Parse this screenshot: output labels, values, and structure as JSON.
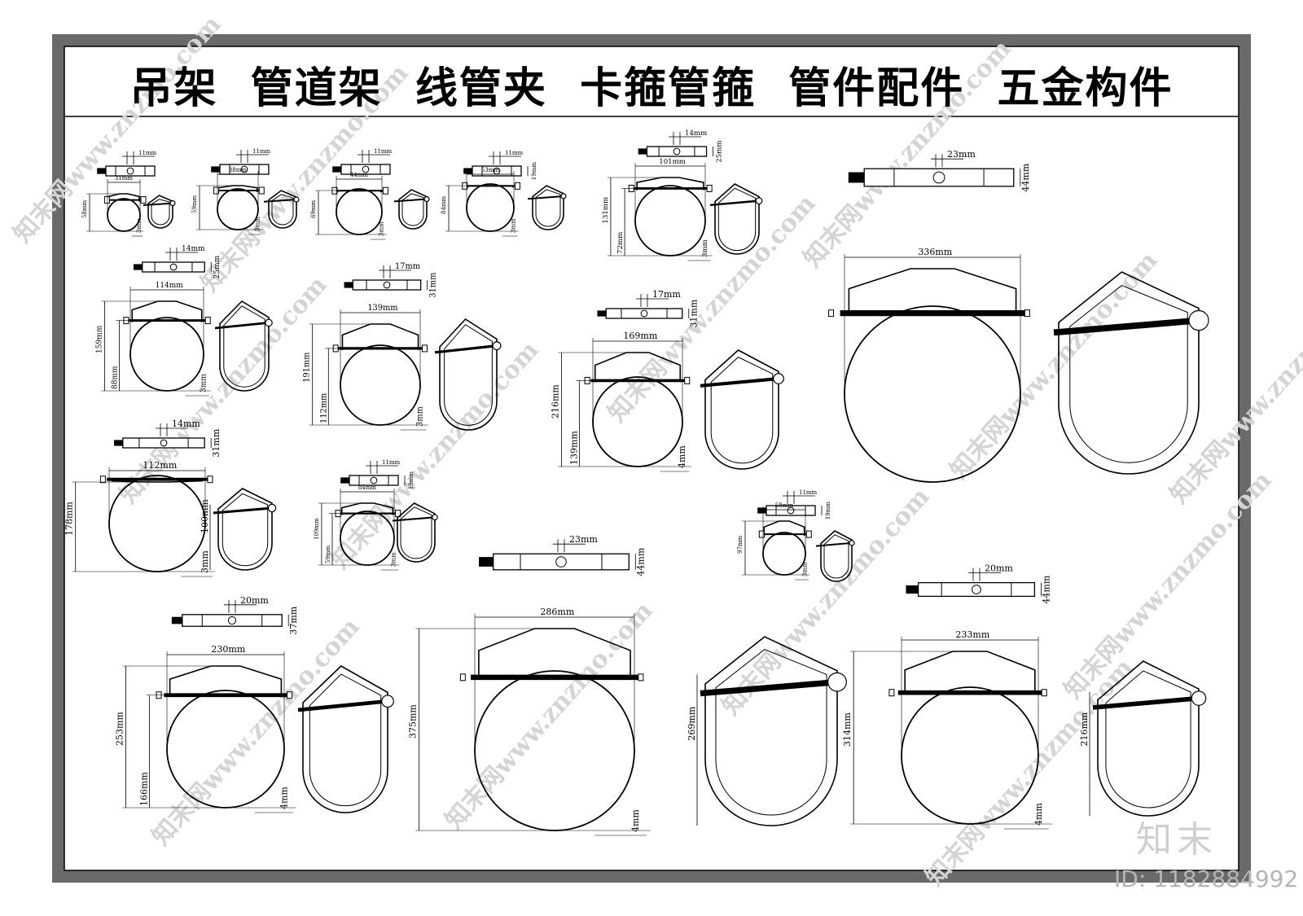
{
  "title": "吊架  管道架  线管夹  卡箍管箍  管件配件  五金构件",
  "logo_text": "知末",
  "id_text": "ID: 1182884992",
  "watermark_text": "知末网www.znzmo.com",
  "colors": {
    "line": "#000000",
    "background": "#ffffff",
    "frame": "#6a6a6a",
    "watermark": "#d4d4d4"
  },
  "hangers": [
    {
      "id": 1,
      "rod": "11mm",
      "width": "31mm",
      "height": "58mm",
      "lower": "",
      "thickness": "3mm",
      "rod_height": "",
      "side": ""
    },
    {
      "id": 2,
      "rod": "11mm",
      "width": "38mm",
      "height": "59mm",
      "lower": "",
      "thickness": "3mm",
      "rod_height": "",
      "side": ""
    },
    {
      "id": 3,
      "rod": "11mm",
      "width": "44mm",
      "height": "69mm",
      "lower": "",
      "thickness": "3mm",
      "rod_height": "",
      "side": ""
    },
    {
      "id": 4,
      "rod": "11mm",
      "width": "53mm",
      "height": "84mm",
      "lower": "",
      "thickness": "3mm",
      "rod_height": "19mm",
      "side": ""
    },
    {
      "id": 5,
      "rod": "14mm",
      "width": "101mm",
      "height": "131mm",
      "lower": "72mm",
      "thickness": "3mm",
      "rod_height": "25mm",
      "side": ""
    },
    {
      "id": 6,
      "rod": "14mm",
      "width": "114mm",
      "height": "159mm",
      "lower": "88mm",
      "thickness": "3mm",
      "rod_height": "25mm",
      "side": ""
    },
    {
      "id": 7,
      "rod": "17mm",
      "width": "139mm",
      "height": "191mm",
      "lower": "112mm",
      "thickness": "3mm",
      "rod_height": "31mm",
      "side": ""
    },
    {
      "id": 8,
      "rod": "17mm",
      "width": "169mm",
      "height": "216mm",
      "lower": "139mm",
      "thickness": "4mm",
      "rod_height": "31mm",
      "side": ""
    },
    {
      "id": 9,
      "rod": "23mm",
      "width": "336mm",
      "height": "",
      "lower": "",
      "thickness": "",
      "rod_height": "44mm",
      "side": ""
    },
    {
      "id": 10,
      "rod": "14mm",
      "width": "112mm",
      "height": "178mm",
      "lower": "",
      "thickness": "3mm",
      "rod_height": "31mm",
      "side": "100mm"
    },
    {
      "id": 11,
      "rod": "11mm",
      "width": "84mm",
      "height": "109mm",
      "lower": "59mm",
      "thickness": "3mm",
      "rod_height": "19mm",
      "side": ""
    },
    {
      "id": 12,
      "rod": "11mm",
      "width": "58mm",
      "height": "97mm",
      "lower": "",
      "thickness": "3mm",
      "rod_height": "19mm",
      "side": ""
    },
    {
      "id": 13,
      "rod": "20mm",
      "width": "230mm",
      "height": "253mm",
      "lower": "166mm",
      "thickness": "4mm",
      "rod_height": "37mm",
      "side": ""
    },
    {
      "id": 14,
      "rod": "23mm",
      "width": "286mm",
      "height": "375mm",
      "lower": "",
      "thickness": "4mm",
      "rod_height": "44mm",
      "side": "269mm"
    },
    {
      "id": 15,
      "rod": "20mm",
      "width": "233mm",
      "height": "314mm",
      "lower": "",
      "thickness": "4mm",
      "rod_height": "44mm",
      "side": "216mm"
    }
  ]
}
